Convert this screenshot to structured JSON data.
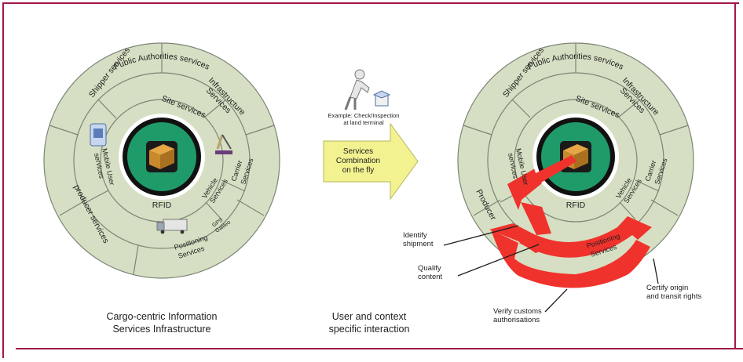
{
  "colors": {
    "frame": "#a3174a",
    "ring_fill": "#d6dfc3",
    "ring_line": "#7b8575",
    "core_green": "#1f9b6a",
    "box_brown": "#c98a2e",
    "highlight_red": "#f0322d",
    "arrow_yellow": "#f3f291"
  },
  "left_diagram": {
    "outer_ring": {
      "title": "Public Authorities services"
    },
    "segments": {
      "shipper": "Shipper services",
      "infrastructure": [
        "Infrastructure",
        "Services"
      ],
      "site": "Site services",
      "producer": "producer services",
      "mobile_user": [
        "Mobile User",
        "services"
      ],
      "vehicle": [
        "Vehicle",
        "Services"
      ],
      "carrier": [
        "Carrier",
        "Services"
      ],
      "gps": [
        "GPS",
        "Galileo"
      ],
      "positioning": [
        "Positioning",
        "Services"
      ]
    },
    "core": "RFID",
    "caption": [
      "Cargo-centric Information",
      "Services Infrastructure"
    ]
  },
  "middle": {
    "example": [
      "Example: Check/Inspection",
      "at land terminal"
    ],
    "arrow": [
      "Services",
      "Combination",
      "on the fly"
    ],
    "caption": [
      "User and context",
      "specific interaction"
    ]
  },
  "right_diagram": {
    "outer_ring": {
      "title": "Public Authorities services"
    },
    "segments": {
      "shipper": "Shipper services",
      "infrastructure": [
        "Infrastructure",
        "Services"
      ],
      "site": "Site services",
      "producer": "Producer",
      "mobile_user": [
        "Mobile User",
        "services"
      ],
      "vehicle": [
        "Vehicle",
        "Services"
      ],
      "carrier": [
        "Carrier",
        "Services"
      ],
      "positioning": [
        "Positioning",
        "Services"
      ]
    },
    "core": "RFID",
    "callouts": {
      "identify": [
        "Identify",
        "shipment"
      ],
      "qualify": [
        "Qualify",
        "content"
      ],
      "verify": [
        "Verify customs",
        "authorisations"
      ],
      "certify": [
        "Certify origin",
        "and transit rights"
      ]
    }
  }
}
